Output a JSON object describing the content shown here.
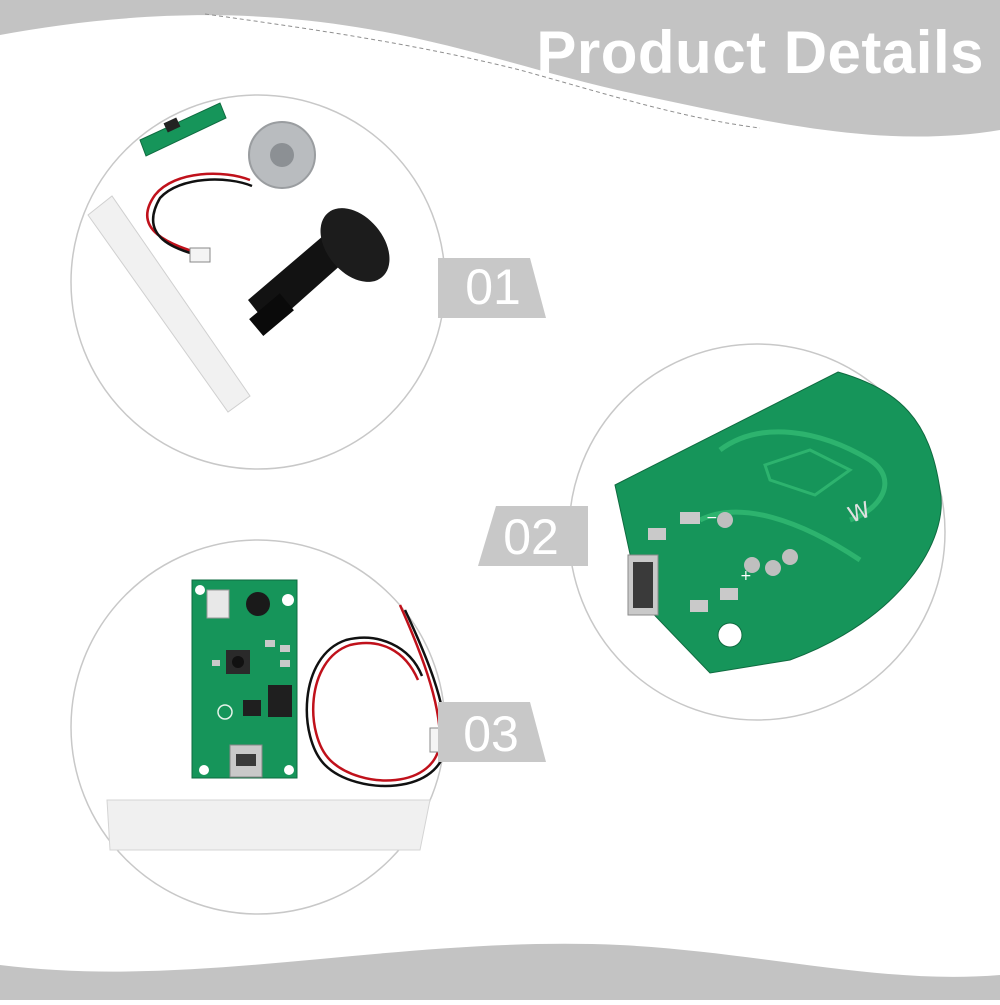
{
  "banner": {
    "title": "Product Details",
    "bg_color": "#c3c3c3",
    "title_color": "#ffffff"
  },
  "items": [
    {
      "number": "01",
      "contents": [
        "mist-maker-board",
        "ultrasonic-atomizer-disc",
        "connector-cable",
        "black-holder",
        "cotton-wick"
      ]
    },
    {
      "number": "02",
      "contents": [
        "circuit-board-back"
      ]
    },
    {
      "number": "03",
      "contents": [
        "circuit-board-front",
        "connector-cable",
        "cotton-wick"
      ]
    }
  ],
  "tag_color": "#c8c8c8",
  "pcb_color": "#16955a"
}
